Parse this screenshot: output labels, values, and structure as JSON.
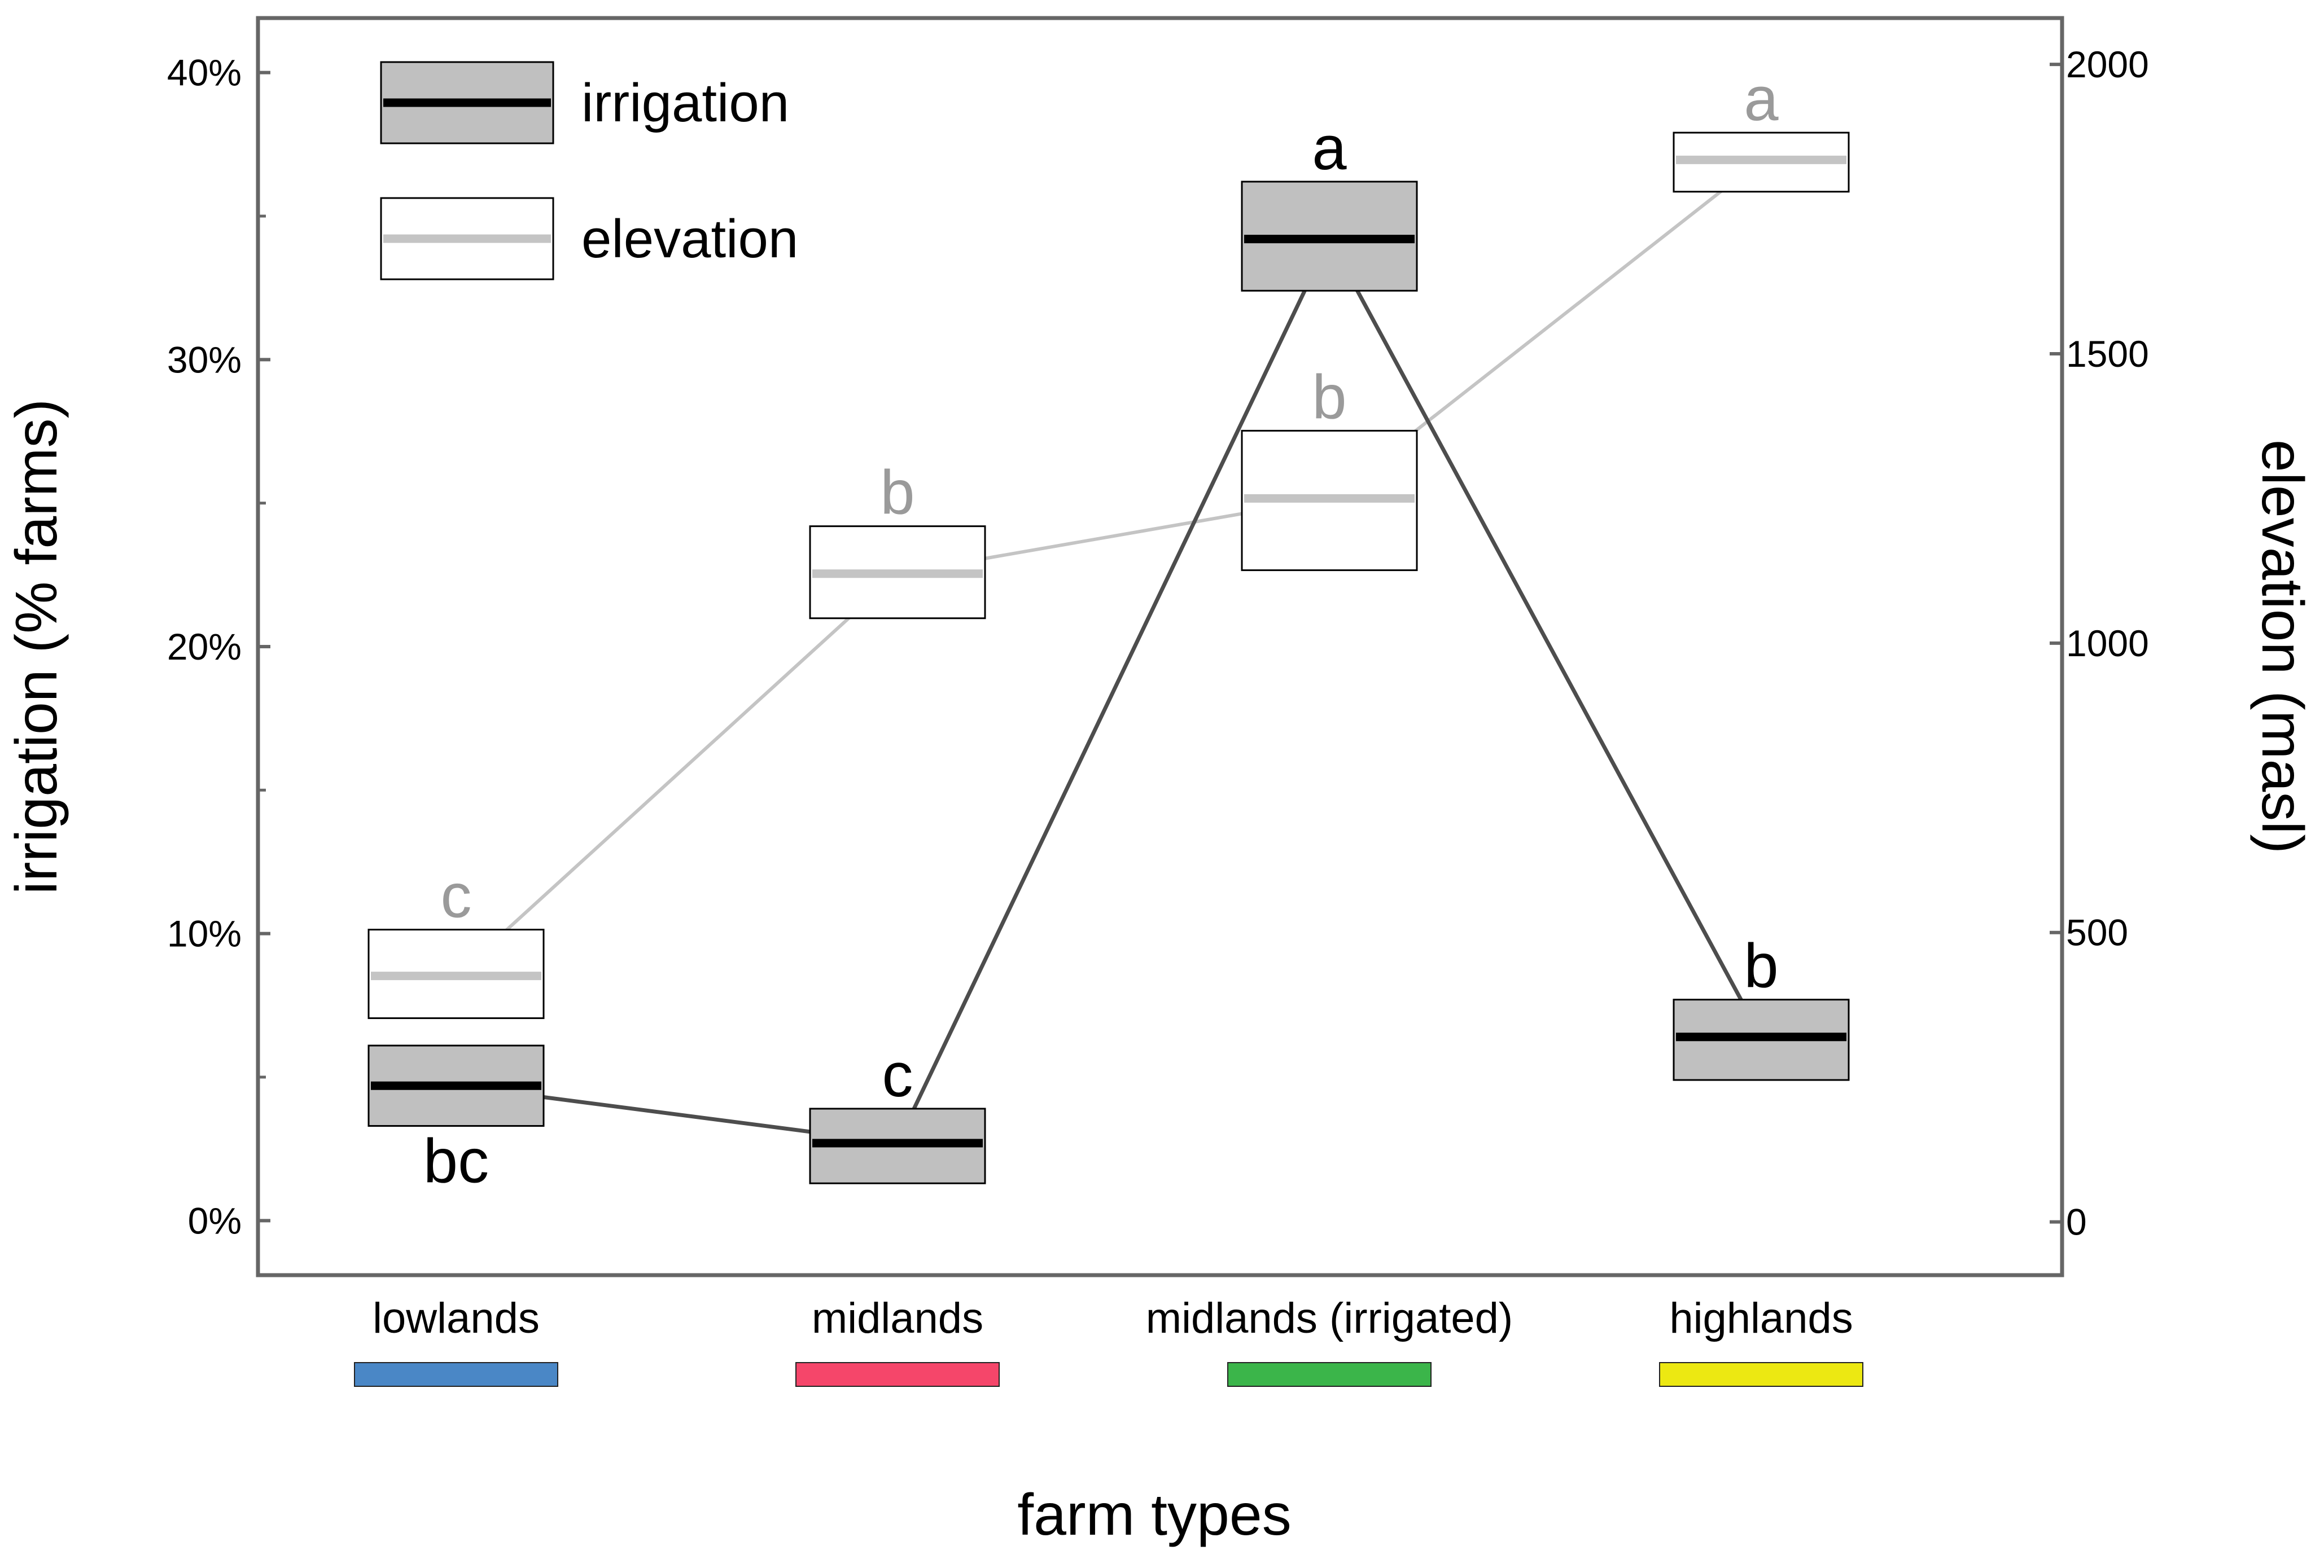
{
  "chart_data": {
    "type": "line",
    "xlabel": "farm types",
    "ylabel_left": "irrigation (% farms)",
    "ylabel_right": "elevation (masl)",
    "categories": [
      "lowlands",
      "midlands",
      "midlands (irrigated)",
      "highlands"
    ],
    "category_colors": [
      "#4a87c6",
      "#f5466a",
      "#3bb54a",
      "#ece812"
    ],
    "y_left": {
      "lim": [
        -1.9,
        41.9
      ],
      "ticks": [
        0,
        10,
        20,
        30,
        40
      ],
      "tick_labels": [
        "0%",
        "10%",
        "20%",
        "30%",
        "40%"
      ]
    },
    "y_right": {
      "lim": [
        -92,
        2080
      ],
      "ticks": [
        0,
        500,
        1000,
        1500,
        2000
      ],
      "tick_labels": [
        "0",
        "500",
        "1000",
        "1500",
        "2000"
      ]
    },
    "series": [
      {
        "name": "irrigation",
        "axis": "left",
        "line_color": "#4d4d4d",
        "median_color": "#000000",
        "box_fill": "#c0c0c0",
        "median": [
          4.7,
          2.7,
          34.2,
          6.4
        ],
        "box_low": [
          3.3,
          1.3,
          32.4,
          4.9
        ],
        "box_high": [
          6.1,
          3.9,
          36.2,
          7.7
        ],
        "significance": [
          "bc",
          "c",
          "a",
          "b"
        ],
        "significance_position": [
          "below",
          "above",
          "above",
          "above"
        ]
      },
      {
        "name": "elevation",
        "axis": "right",
        "line_color": "#c4c4c4",
        "median_color": "#c4c4c4",
        "box_fill": "#ffffff",
        "median": [
          425,
          1120,
          1250,
          1835
        ],
        "box_low": [
          352,
          1043,
          1126,
          1780
        ],
        "box_high": [
          505,
          1202,
          1367,
          1882
        ],
        "significance": [
          "c",
          "b",
          "b",
          "a"
        ],
        "significance_position": [
          "above",
          "above",
          "above",
          "above"
        ]
      }
    ],
    "legend": [
      {
        "label": "irrigation",
        "series": "irrigation"
      },
      {
        "label": "elevation",
        "series": "elevation"
      }
    ],
    "legend_position": "top-left",
    "grid": false
  }
}
